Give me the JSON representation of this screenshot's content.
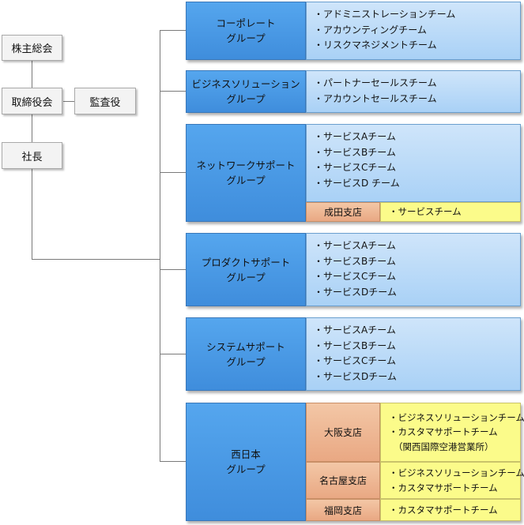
{
  "executives": {
    "shareholders": "株主総会",
    "board": "取締役会",
    "auditor": "監査役",
    "president": "社長"
  },
  "groups": {
    "corporate": {
      "name_lines": [
        "コーポレート",
        "グループ"
      ],
      "teams": [
        "・アドミニストレーションチーム",
        "・アカウンティングチーム",
        "・リスクマネジメントチーム"
      ]
    },
    "business": {
      "name_lines": [
        "ビジネスソリューション",
        "グループ"
      ],
      "teams": [
        "・パートナーセールスチーム",
        "・アカウントセールスチーム"
      ]
    },
    "network": {
      "name_lines": [
        "ネットワークサポート",
        "グループ"
      ],
      "teams": [
        "・サービスAチーム",
        "・サービスBチーム",
        "・サービスCチーム",
        "・サービスD チーム"
      ],
      "branch": {
        "name": "成田支店",
        "teams": [
          "・サービスチーム"
        ]
      }
    },
    "product": {
      "name_lines": [
        "プロダクトサポート",
        "グループ"
      ],
      "teams": [
        "・サービスAチーム",
        "・サービスBチーム",
        "・サービスCチーム",
        "・サービスDチーム"
      ]
    },
    "system": {
      "name_lines": [
        "システムサポート",
        "グループ"
      ],
      "teams": [
        "・サービスAチーム",
        "・サービスBチーム",
        "・サービスCチーム",
        "・サービスDチーム"
      ]
    },
    "west": {
      "name_lines": [
        "西日本",
        "グループ"
      ],
      "branches": [
        {
          "name": "大阪支店",
          "teams": [
            "・ビジネスソリューションチーム",
            "・カスタマサポートチーム",
            "（関西国際空港営業所）"
          ]
        },
        {
          "name": "名古屋支店",
          "teams": [
            "・ビジネスソリューションチーム",
            "・カスタマサポートチーム"
          ]
        },
        {
          "name": "福岡支店",
          "teams": [
            "・カスタマサポートチーム"
          ]
        }
      ]
    }
  },
  "colors": {
    "group_box": "#4a9ae6",
    "team_box": "#bfddf8",
    "branch_box": "#eeb893",
    "branch_team_box": "#fbfb8a",
    "connector": "#7a7a7a"
  }
}
